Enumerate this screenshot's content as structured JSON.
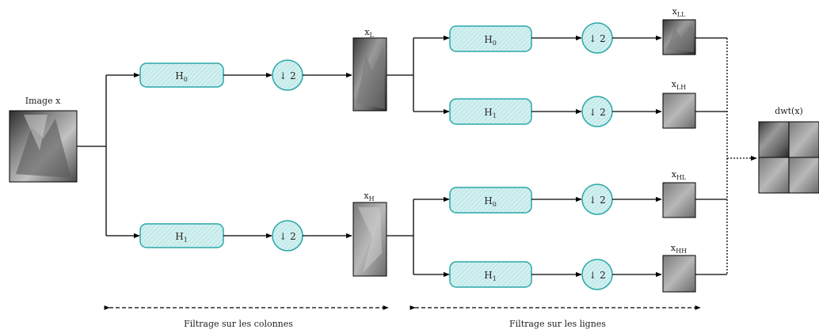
{
  "input_label": "Image x",
  "output_label": "dwt(x)",
  "filters": {
    "h0": "H",
    "h0_sub": "0",
    "h1": "H",
    "h1_sub": "1",
    "down": "↓ 2"
  },
  "intermediate_labels": {
    "xL": "x",
    "xL_sub": "L",
    "xH": "x",
    "xH_sub": "H"
  },
  "final_labels": {
    "xLL": "x",
    "xLL_sub": "LL",
    "xLH": "x",
    "xLH_sub": "LH",
    "xHL": "x",
    "xHL_sub": "HL",
    "xHH": "x",
    "xHH_sub": "HH"
  },
  "captions": {
    "columns": "Filtrage sur les colonnes",
    "rows": "Filtrage sur les lignes"
  },
  "colors": {
    "filter_fill": "#c8eaea",
    "filter_stroke": "#2aa7a7",
    "line": "#000000",
    "image_dark": "#3a3a3a",
    "image_light": "#b0b0b0"
  }
}
